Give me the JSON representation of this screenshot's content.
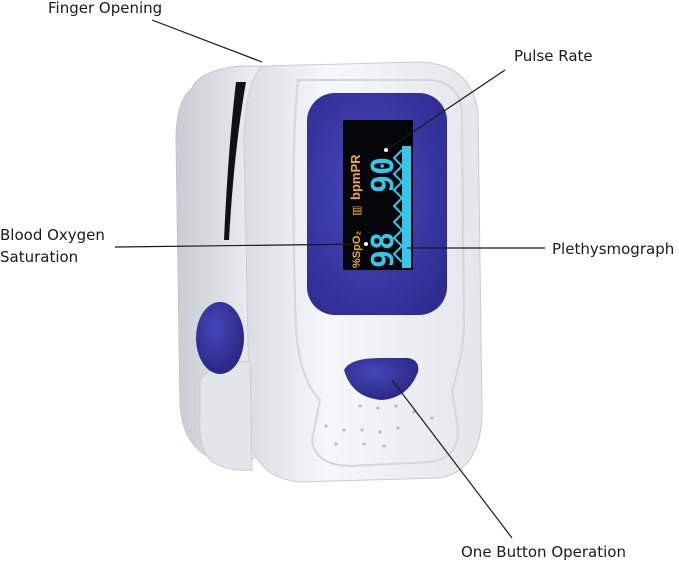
{
  "labels": {
    "finger_opening": "Finger Opening",
    "pulse_rate": "Pulse Rate",
    "blood_oxygen_line1": "Blood Oxygen",
    "blood_oxygen_line2": "Saturation",
    "plethysmograph": "Plethysmograph",
    "one_button": "One Button Operation"
  },
  "display": {
    "spo2_label": "%SpO₂",
    "spo2_value": "98",
    "pr_label": "bpmPR",
    "pr_value": "90"
  },
  "colors": {
    "device_body": "#f1f2f4",
    "device_shadow": "#d6d9de",
    "panel_blue": "#3b3aa8",
    "screen_black": "#05060a",
    "digit_cyan": "#37c6ea",
    "label_orange": "#f0a83a",
    "button_blue": "#2f2f9a",
    "leader_line": "#1a1a1a"
  }
}
